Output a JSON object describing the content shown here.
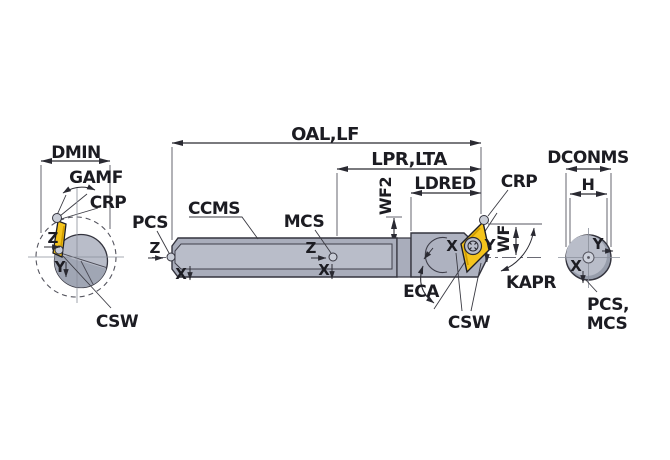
{
  "diagram": {
    "type": "tool-dimension-drawing",
    "colors": {
      "line": "#2a2a32",
      "construction": "#55555f",
      "body": "#a9adbb",
      "body_light": "#b9bdc9",
      "head": "#aeb2c0",
      "dark_facet": "#a0a6b4",
      "crescent": "#979dab",
      "insert": "#f5c41c",
      "insert_shade": "#d09c00",
      "marker_fill": "#c9cdd7"
    },
    "left": {
      "dmin": "DMIN",
      "gamf": "GAMF",
      "crp": "CRP",
      "z": "Z",
      "y": "Y",
      "csw": "CSW"
    },
    "main": {
      "oal": "OAL,LF",
      "lpr": "LPR,LTA",
      "ldred": "LDRED",
      "wf2": "WF2",
      "wf": "WF",
      "ccms": "CCMS",
      "pcs": "PCS",
      "mcs": "MCS",
      "crp": "CRP",
      "kapr": "KAPR",
      "eca": "ECA",
      "csw": "CSW",
      "pcs_z": "Z",
      "pcs_x": "X",
      "mcs_z": "Z",
      "mcs_x": "X",
      "ins_x": "X",
      "ins_y": "Y"
    },
    "right": {
      "dconms": "DCONMS",
      "h": "H",
      "y": "Y",
      "x": "X",
      "pcs_line1": "PCS,",
      "pcs_line2": "MCS"
    }
  }
}
